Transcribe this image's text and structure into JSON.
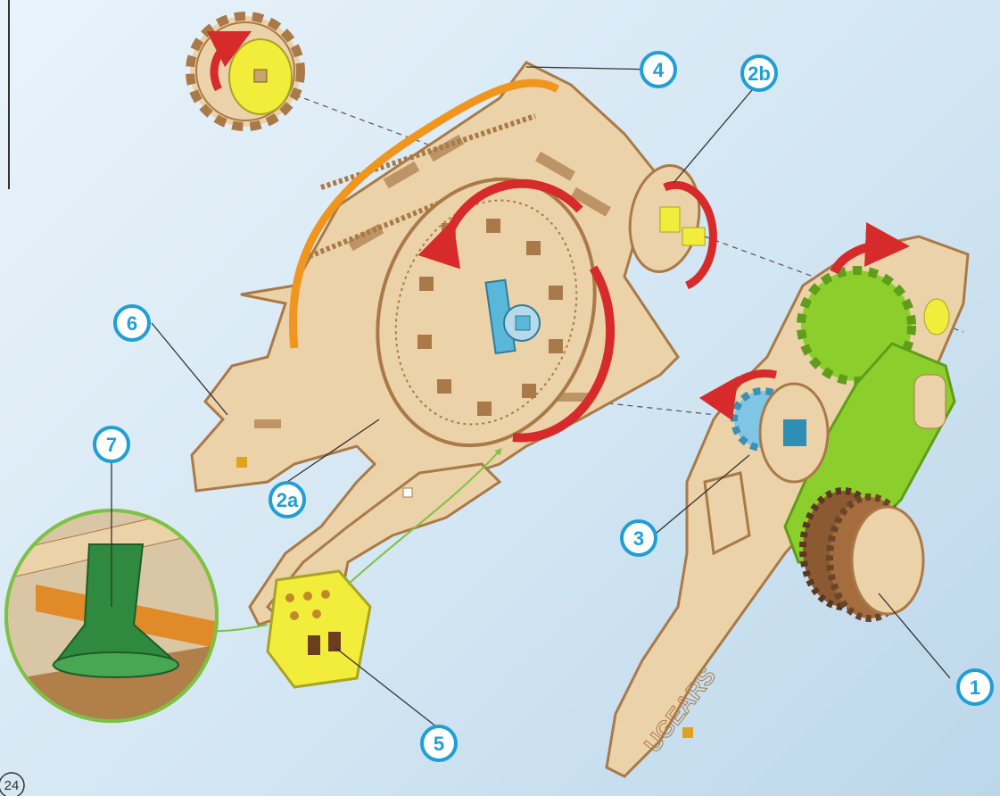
{
  "page": {
    "number": "24"
  },
  "brand": {
    "logo_text": "UGEARS"
  },
  "colors": {
    "callout_ring": "#1f9fd6",
    "wood_light": "#ecd2a9",
    "wood_dark": "#a97a48",
    "rotation_arrow": "#d72a2a",
    "belt": "#f0961f",
    "gear_green": "#8ccf2c",
    "part_yellow": "#f2ec3a",
    "detail_green": "#2f8a3f",
    "link_line": "#7dc242",
    "shaft_blue": "#59b7da"
  },
  "callouts": [
    {
      "id": "1",
      "label": "1"
    },
    {
      "id": "2a",
      "label": "2a"
    },
    {
      "id": "2b",
      "label": "2b"
    },
    {
      "id": "3",
      "label": "3"
    },
    {
      "id": "4",
      "label": "4"
    },
    {
      "id": "5",
      "label": "5"
    },
    {
      "id": "6",
      "label": "6"
    },
    {
      "id": "7",
      "label": "7"
    }
  ]
}
